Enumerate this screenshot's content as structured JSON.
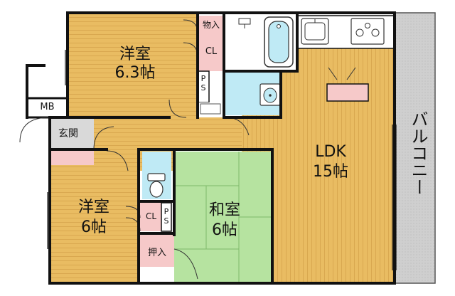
{
  "colors": {
    "wood": "#e9bc62",
    "wood_line": "#d8a448",
    "tatami": "#b6e3a0",
    "tatami_line": "#7fb86a",
    "wet": "#bfeaf5",
    "storage": "#f6c9c9",
    "entry": "#d9d9d9",
    "balcony": "#cfcfcf",
    "wall": "#111111"
  },
  "rooms": {
    "western_top": {
      "name": "洋室",
      "size": "6.3帖"
    },
    "western_left": {
      "name": "洋室",
      "size": "6帖"
    },
    "japanese": {
      "name": "和室",
      "size": "6帖"
    },
    "ldk": {
      "name": "LDK",
      "size": "15帖"
    }
  },
  "labels": {
    "closet_top": "CL",
    "closet_left": "CL",
    "storage_top": "物入",
    "storage_bottom": "押入",
    "pipe_space_top": "PS",
    "pipe_space_left": "PS",
    "meter_box": "MB",
    "entrance": "玄関",
    "balcony": "バルコニー"
  },
  "icons": [
    "bathtub-icon",
    "washbasin-icon",
    "toilet-icon",
    "sink-icon",
    "stove-icon",
    "shower-icon",
    "washing-machine-pan-icon"
  ]
}
